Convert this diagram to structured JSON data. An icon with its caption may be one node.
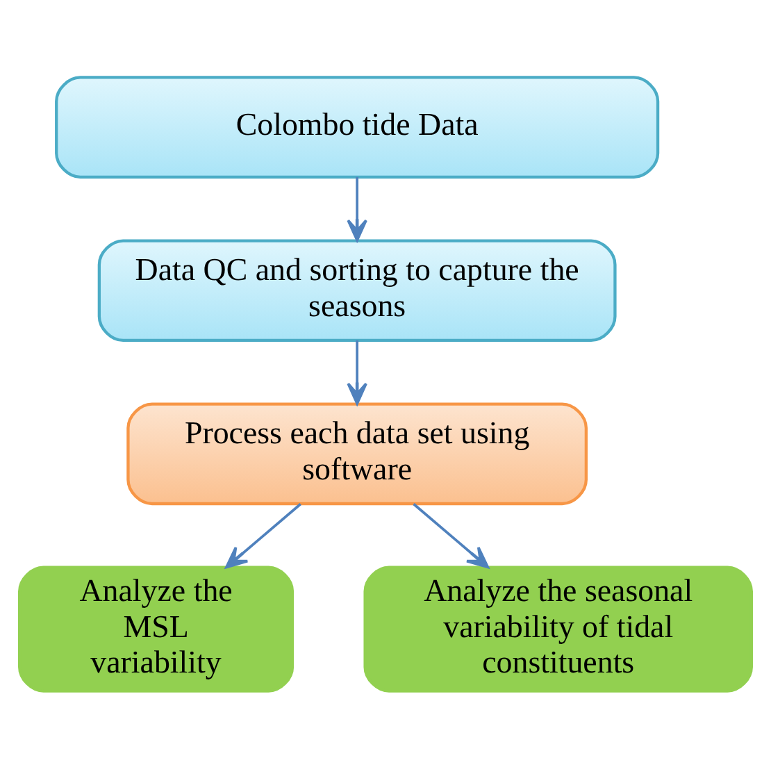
{
  "diagram": {
    "nodes": [
      {
        "text": [
          "Colombo tide Data"
        ]
      },
      {
        "text": [
          "Data QC and sorting to capture the seasons"
        ]
      },
      {
        "text": [
          "Process each data set using software"
        ]
      },
      {
        "text": [
          "Analyze the MSL variability"
        ]
      },
      {
        "text": [
          "Analyze the seasonal variability of tidal constituents"
        ]
      }
    ],
    "edges": [
      {
        "from": 0,
        "to": 1,
        "arrow": "to"
      },
      {
        "from": 1,
        "to": 2,
        "arrow": "to"
      },
      {
        "from": 2,
        "to": 3,
        "arrow": "to"
      },
      {
        "from": 2,
        "to": 4,
        "arrow": "to"
      }
    ]
  }
}
